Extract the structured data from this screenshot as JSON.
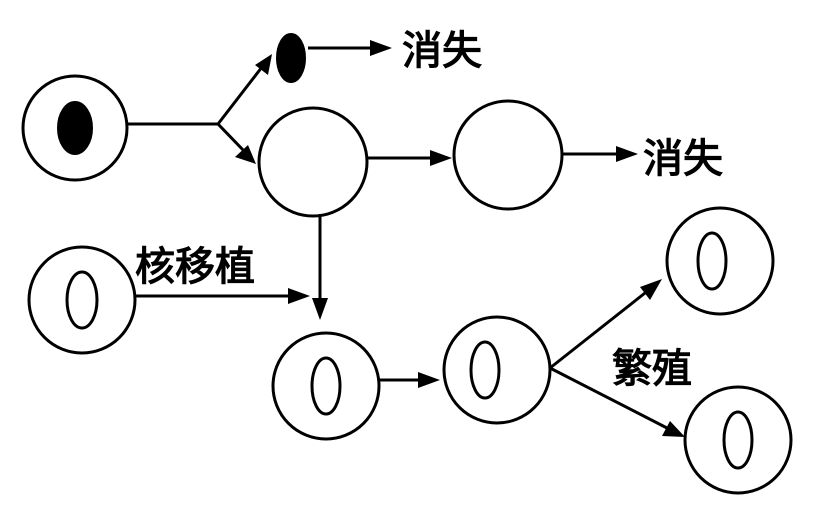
{
  "labels": {
    "disappear_top": "消失",
    "disappear_mid": "消失",
    "nuclear_transfer": "核移植",
    "reproduce": "繁殖"
  },
  "colors": {
    "stroke": "#000000",
    "background": "#ffffff",
    "nucleus_dark": "#000000"
  }
}
